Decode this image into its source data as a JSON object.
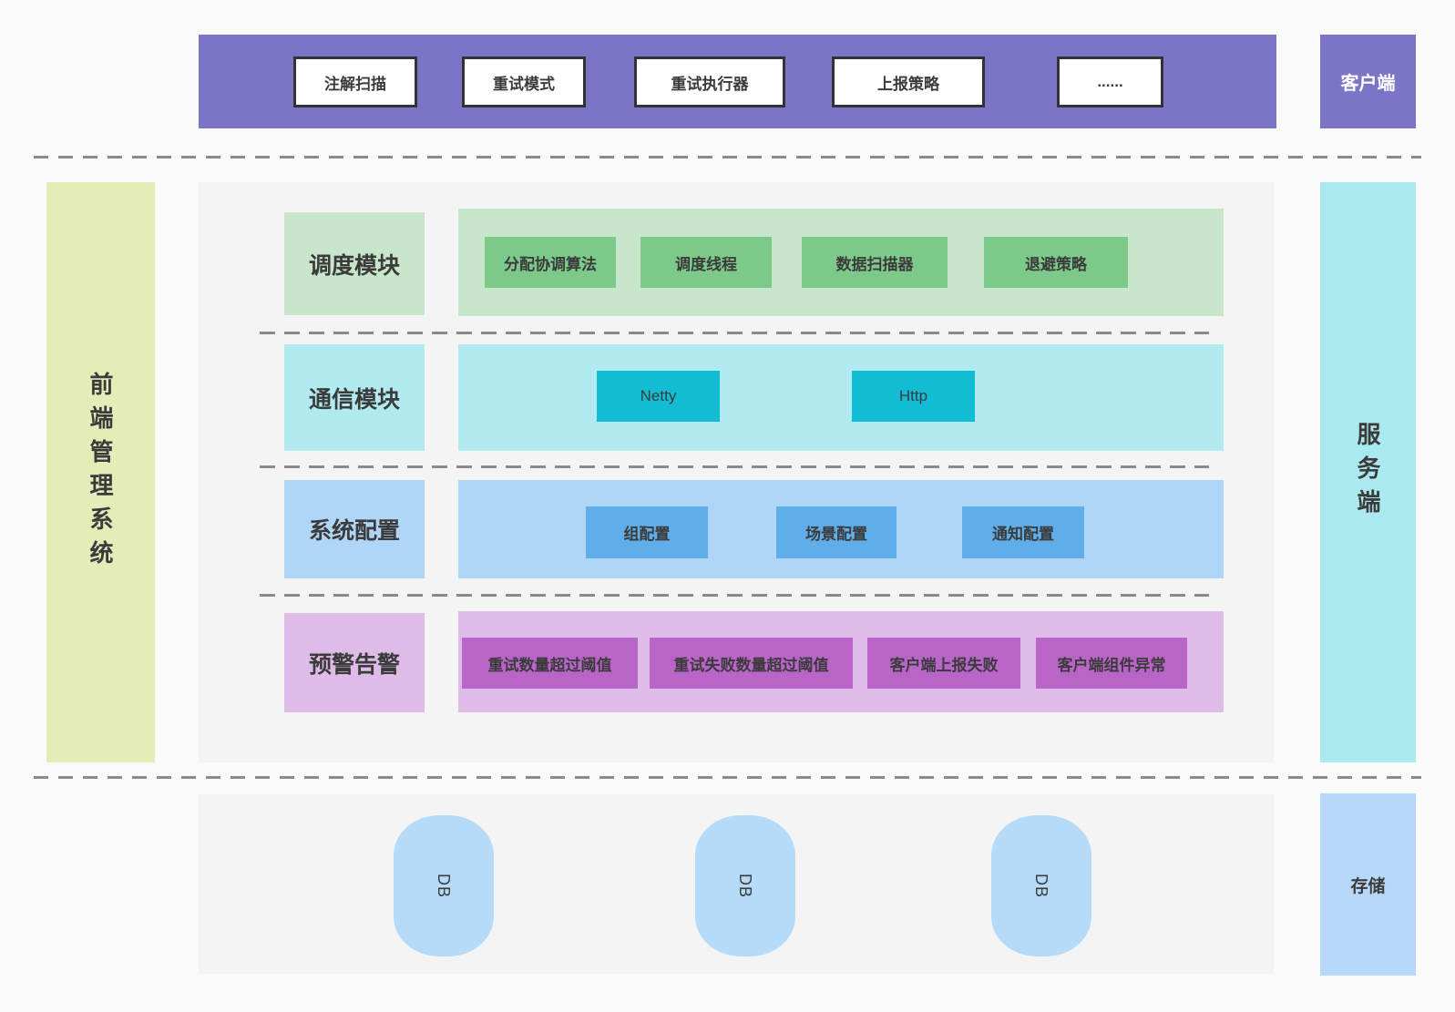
{
  "client_bar": {
    "label": "客户端",
    "modules": [
      "注解扫描",
      "重试模式",
      "重试执行器",
      "上报策略",
      "......"
    ]
  },
  "frontend": {
    "label": "前端管理系统"
  },
  "server": {
    "label": "服务端"
  },
  "rows": [
    {
      "label": "调度模块",
      "items": [
        "分配协调算法",
        "调度线程",
        "数据扫描器",
        "退避策略"
      ],
      "colors": {
        "light": "#c8e6cc",
        "dark": "#7cc98a"
      }
    },
    {
      "label": "通信模块",
      "items": [
        "Netty",
        "Http"
      ],
      "colors": {
        "light": "#b2eaf1",
        "dark": "#12bcd2"
      }
    },
    {
      "label": "系统配置",
      "items": [
        "组配置",
        "场景配置",
        "通知配置"
      ],
      "colors": {
        "light": "#afd6f6",
        "dark": "#60aee9"
      }
    },
    {
      "label": "预警告警",
      "items": [
        "重试数量超过阈值",
        "重试失败数量超过阈值",
        "客户端上报失败",
        "客户端组件异常"
      ],
      "colors": {
        "light": "#dfbce7",
        "dark": "#b965c8"
      }
    }
  ],
  "storage": {
    "label": "存储",
    "databases": [
      "DB",
      "DB",
      "DB"
    ]
  },
  "colors": {
    "client_purple": "#7c75c7",
    "frontend_green": "#e4ecb8",
    "server_cyan": "#abe9f0",
    "storage_blue": "#b7d8f8",
    "db_blue": "#b5dbf8",
    "panel_gray": "#f4f4f4",
    "white_box_border": "#333333",
    "text_dark": "#3b3b3b",
    "dash_gray": "#8a8a8a"
  }
}
